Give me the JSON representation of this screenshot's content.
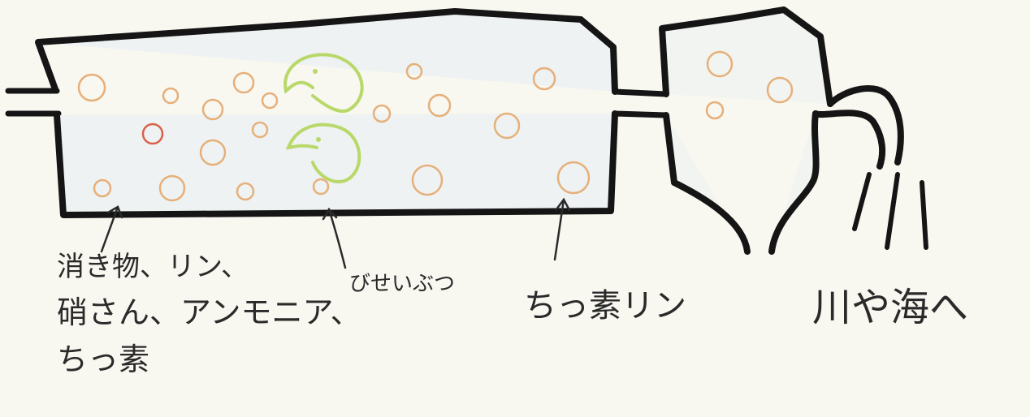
{
  "labels": {
    "tank_contents_line1": "消き物、リン、",
    "tank_contents_line2": "硝さん、アンモニア、",
    "tank_contents_line3": "ちっ素",
    "microbes": "びせいぶつ",
    "nitrogen_phosphorus": "ちっ素リン",
    "rivers_and_sea": "川や海へ"
  },
  "colors": {
    "outline": "#151515",
    "tank_fill": "#eef2f2",
    "bubble_orange": "#e6b07a",
    "bubble_red": "#d9614a",
    "microbe_green": "#b9d86a",
    "paper": "#f8f7f0"
  }
}
